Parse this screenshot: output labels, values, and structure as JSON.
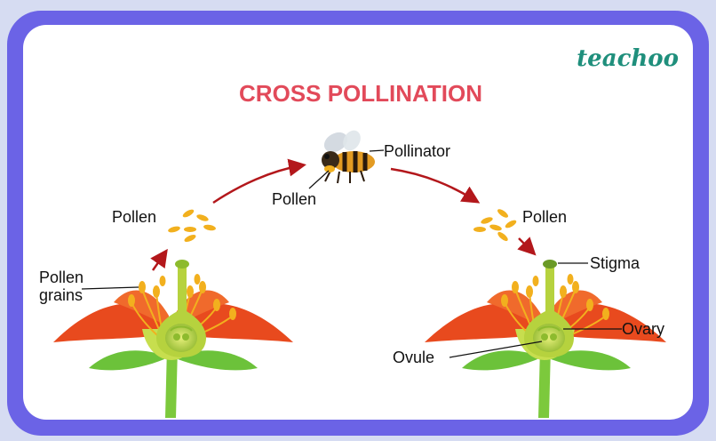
{
  "brand": "teachoo",
  "title": "CROSS POLLINATION",
  "labels": {
    "pollinator": "Pollinator",
    "pollen_bee": "Pollen",
    "pollen_left": "Pollen",
    "pollen_right": "Pollen",
    "pollen_grains_1": "Pollen",
    "pollen_grains_2": "grains",
    "stigma": "Stigma",
    "ovary": "Ovary",
    "ovule": "Ovule"
  },
  "icons": [
    "bee-icon",
    "flower-icon",
    "arrow-icon"
  ],
  "colors": {
    "frame": "#6b63e6",
    "title": "#e24a5a",
    "brand": "#1f8f7c",
    "petal": "#e84a1e",
    "pistil": "#a9c93a",
    "pollen": "#f2b01e",
    "arrow": "#b3171b"
  }
}
